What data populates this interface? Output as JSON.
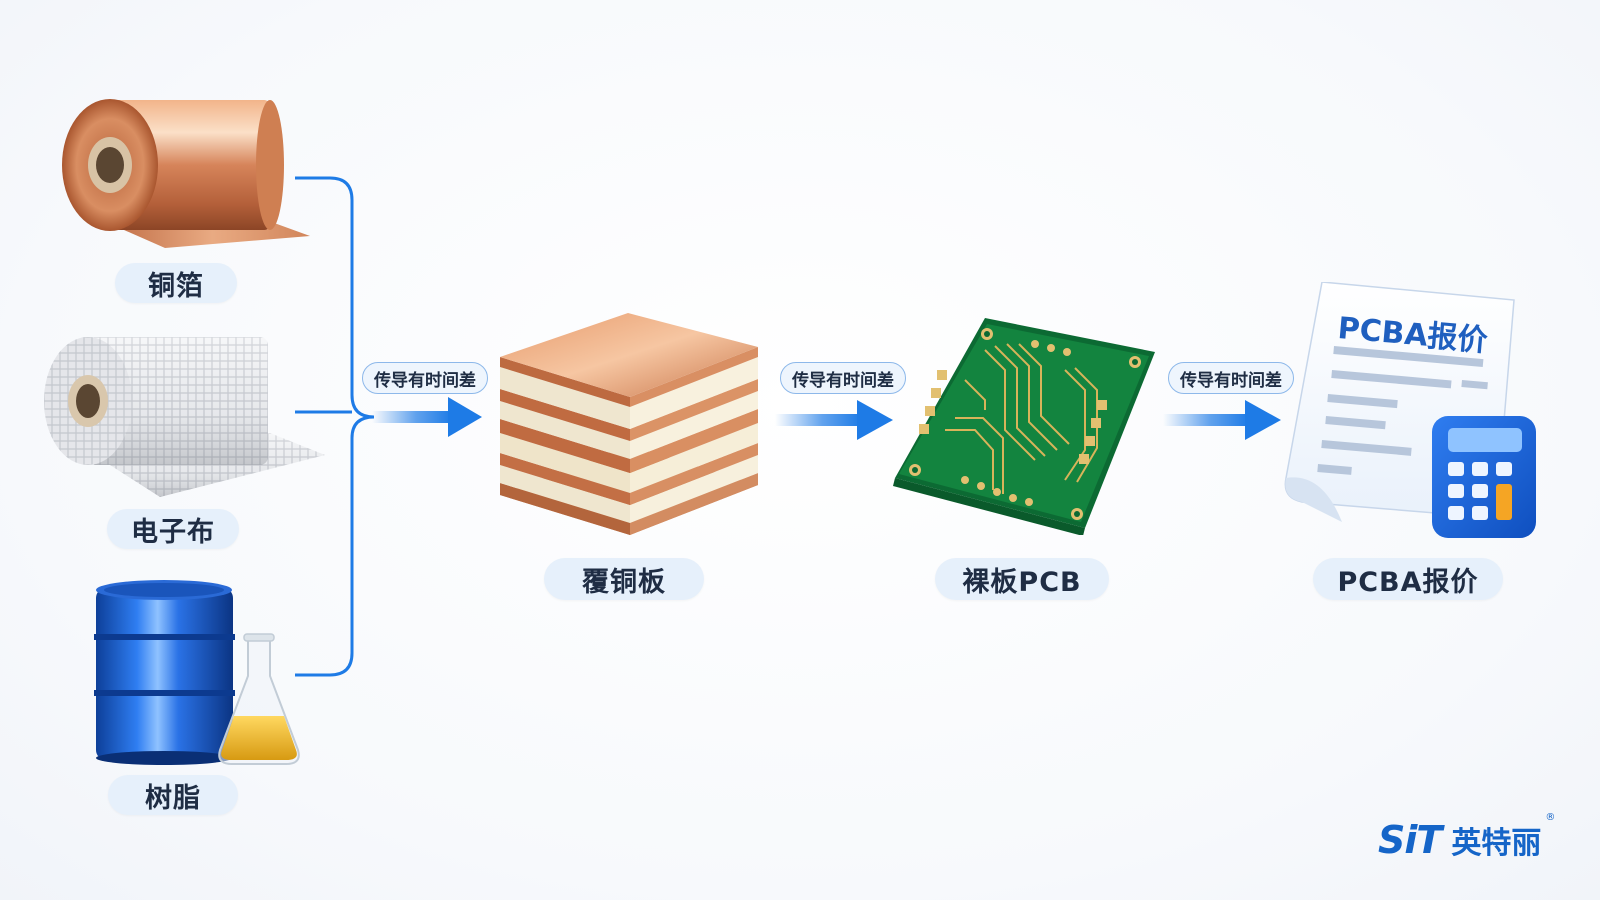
{
  "materials": {
    "copper_foil": "铜箔",
    "glass_cloth": "电子布",
    "resin": "树脂"
  },
  "stages": {
    "ccl": "覆铜板",
    "bare_pcb": "裸板PCB",
    "pcba_quote": "PCBA报价"
  },
  "arrows": {
    "delay_label_1": "传导有时间差",
    "delay_label_2": "传导有时间差",
    "delay_label_3": "传导有时间差"
  },
  "document": {
    "title": "PCBA报价"
  },
  "brand": {
    "mark": "SiT",
    "name": "英特丽",
    "registered": "®"
  },
  "colors": {
    "accent": "#1e7be6",
    "pill_bg": "#e6f0fb",
    "copper": "#c8784a",
    "pcb_green": "#0f7a3c",
    "barrel_blue": "#1457c8",
    "brand_blue": "#1565c8"
  },
  "icons": [
    "copper-roll-icon",
    "glass-cloth-roll-icon",
    "resin-barrel-icon",
    "flask-icon",
    "copper-clad-laminate-icon",
    "pcb-board-icon",
    "quote-document-icon",
    "calculator-icon"
  ]
}
